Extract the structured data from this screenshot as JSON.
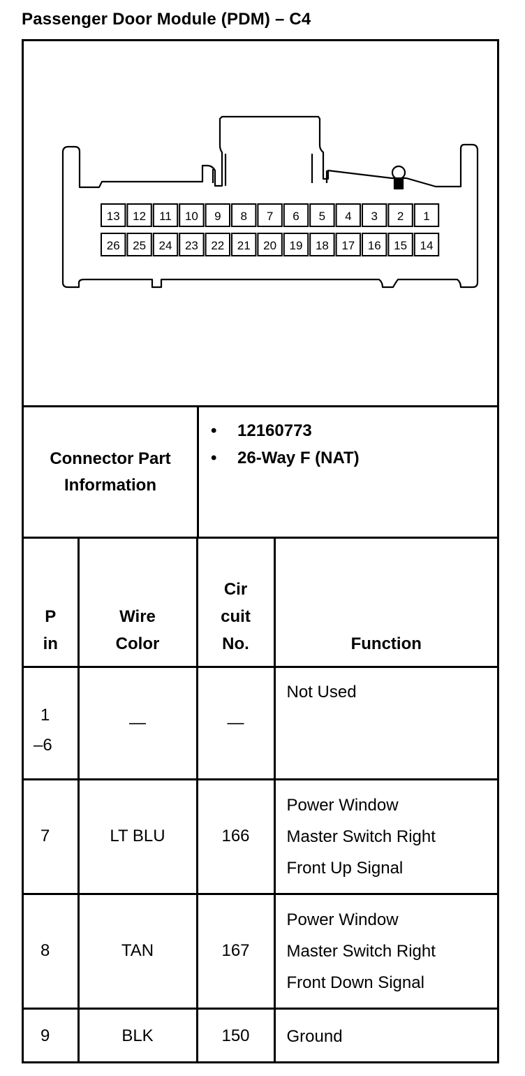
{
  "title": "Passenger Door Module (PDM) – C4",
  "connector": {
    "top_row_pins": [
      "13",
      "12",
      "11",
      "10",
      "9",
      "8",
      "7",
      "6",
      "5",
      "4",
      "3",
      "2",
      "1"
    ],
    "bottom_row_pins": [
      "26",
      "25",
      "24",
      "23",
      "22",
      "21",
      "20",
      "19",
      "18",
      "17",
      "16",
      "15",
      "14"
    ]
  },
  "part_info": {
    "label_line1": "Connector Part",
    "label_line2": "Information",
    "items": [
      "12160773",
      "26-Way F (NAT)"
    ],
    "bullet": "•"
  },
  "table": {
    "headers": {
      "pin": [
        "P",
        "in"
      ],
      "wire_color": [
        "Wire",
        "Color"
      ],
      "circuit": [
        "Cir",
        "cuit",
        "No."
      ],
      "function": "Function"
    },
    "rows": [
      {
        "pin": [
          "1",
          "–6"
        ],
        "wire_color": "—",
        "circuit": "—",
        "function": [
          "Not Used"
        ]
      },
      {
        "pin": [
          "7"
        ],
        "wire_color": "LT BLU",
        "circuit": "166",
        "function": [
          "Power Window",
          "Master Switch Right",
          "Front Up Signal"
        ]
      },
      {
        "pin": [
          "8"
        ],
        "wire_color": "TAN",
        "circuit": "167",
        "function": [
          "Power Window",
          "Master Switch Right",
          "Front Down Signal"
        ]
      },
      {
        "pin": [
          "9"
        ],
        "wire_color": "BLK",
        "circuit": "150",
        "function": [
          "Ground"
        ]
      }
    ]
  }
}
